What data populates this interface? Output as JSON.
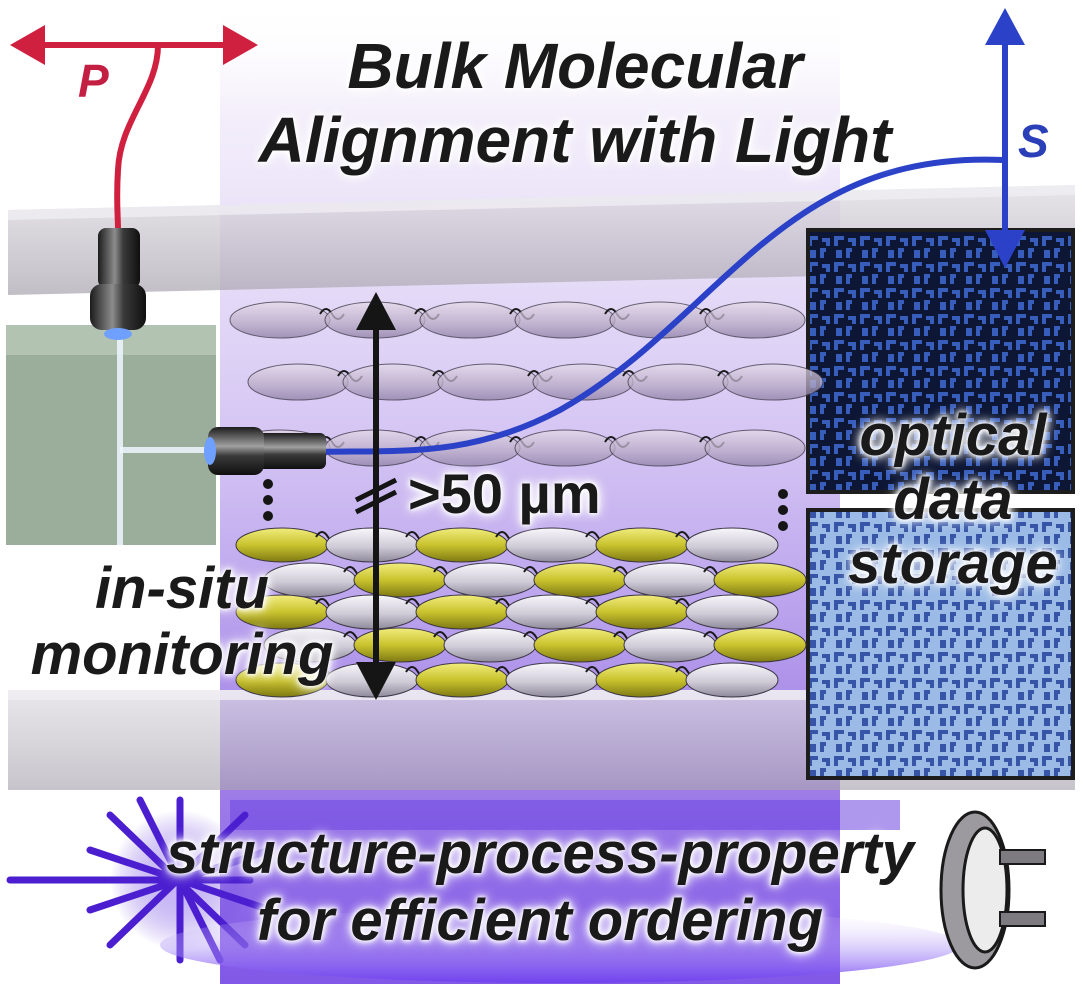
{
  "title": {
    "line1": "Bulk Molecular",
    "line2": "Alignment with Light"
  },
  "polarizations": {
    "p_label": "P",
    "s_label": "S",
    "p_color": "#d0203f",
    "s_color": "#2b42c8"
  },
  "thickness_label": ">50 µm",
  "left_caption": {
    "line1": "in-situ",
    "line2": "monitoring"
  },
  "right_caption": {
    "line1": "optical",
    "line2": "data",
    "line3": "storage"
  },
  "bottom_caption": {
    "line1": "structure-process-property",
    "line2": "for efficient ordering"
  },
  "colors": {
    "glow": "#7a4fe6",
    "molecule_yellow": "#c9c32e",
    "molecule_gray": "#d6d3dc",
    "glass": "#c9c5cc"
  }
}
